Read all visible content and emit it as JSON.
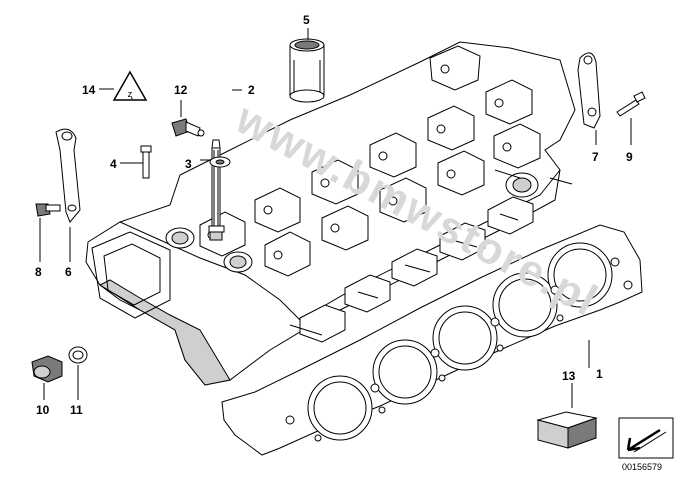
{
  "diagram": {
    "watermark": "www.bmwstore.pl",
    "reference_code": "00156579",
    "warning_symbol_text": "ʐ",
    "callouts": [
      {
        "id": "c1",
        "label": "1"
      },
      {
        "id": "c2",
        "label": "2"
      },
      {
        "id": "c3",
        "label": "3"
      },
      {
        "id": "c4",
        "label": "4"
      },
      {
        "id": "c5",
        "label": "5"
      },
      {
        "id": "c6",
        "label": "6"
      },
      {
        "id": "c7",
        "label": "7"
      },
      {
        "id": "c8",
        "label": "8"
      },
      {
        "id": "c9",
        "label": "9"
      },
      {
        "id": "c10",
        "label": "10"
      },
      {
        "id": "c11",
        "label": "11"
      },
      {
        "id": "c12",
        "label": "12"
      },
      {
        "id": "c13",
        "label": "13"
      },
      {
        "id": "c14",
        "label": "14"
      }
    ]
  }
}
